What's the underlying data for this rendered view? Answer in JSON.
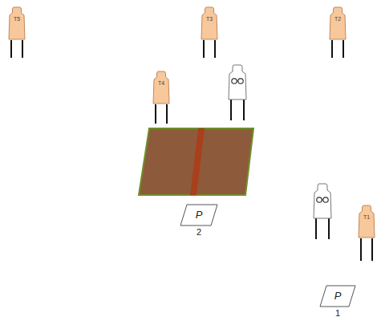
{
  "diagram": {
    "nodes": [
      {
        "text": [
          "T5"
        ]
      },
      {
        "text": [
          "T3"
        ]
      },
      {
        "text": [
          "T2"
        ]
      },
      {
        "text": [
          "T4"
        ]
      },
      {
        "text": [
          "P",
          "2"
        ]
      },
      {
        "text": [
          "T1"
        ]
      },
      {
        "text": [
          "P",
          "1"
        ]
      }
    ]
  }
}
